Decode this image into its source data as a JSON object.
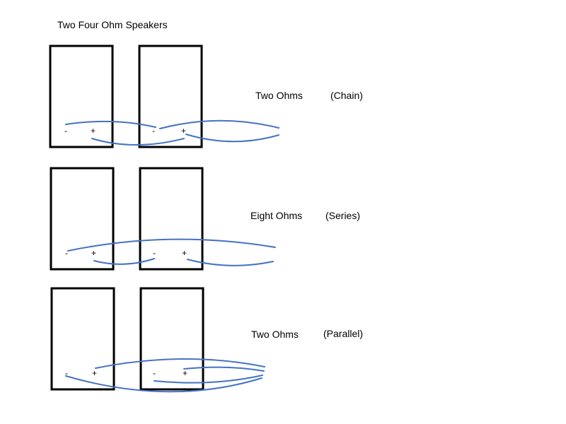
{
  "title": "Two Four Ohm Speakers",
  "sections": [
    {
      "id": "chain",
      "ohms": "Two Ohms",
      "mode": "(Chain)"
    },
    {
      "id": "series",
      "ohms": "Eight Ohms",
      "mode": "(Series)"
    },
    {
      "id": "parallel",
      "ohms": "Two Ohms",
      "mode": "(Parallel)"
    }
  ],
  "terminals": {
    "negative": "-",
    "positive": "+"
  },
  "colors": {
    "outline": "#000000",
    "wire": "#4472c4"
  }
}
